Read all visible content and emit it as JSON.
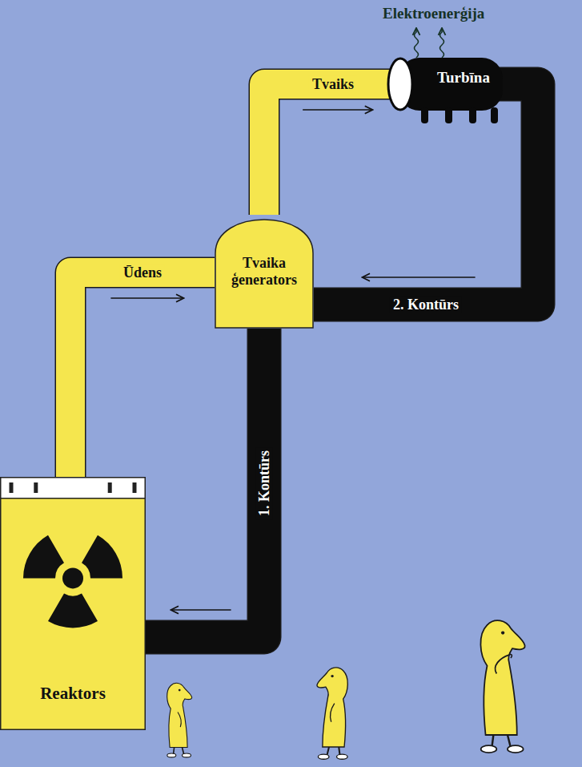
{
  "diagram": {
    "nodes": [
      {
        "text": [
          "Turbīna"
        ]
      },
      {
        "text": [
          "Tvaika ģenerators"
        ]
      },
      {
        "text": [
          "Reaktors"
        ]
      }
    ],
    "edges": [
      {
        "from": 2,
        "to": 1,
        "arrow": "to",
        "label": "Ūdens"
      },
      {
        "from": 1,
        "to": 0,
        "arrow": "to",
        "label": "Tvaiks"
      },
      {
        "from": 0,
        "to": 1,
        "arrow": "to",
        "label": "2. Kontūrs"
      },
      {
        "from": 1,
        "to": 2,
        "arrow": "to",
        "label": "1. Kontūrs"
      }
    ],
    "labels": [
      "Elektroenerģija"
    ]
  }
}
